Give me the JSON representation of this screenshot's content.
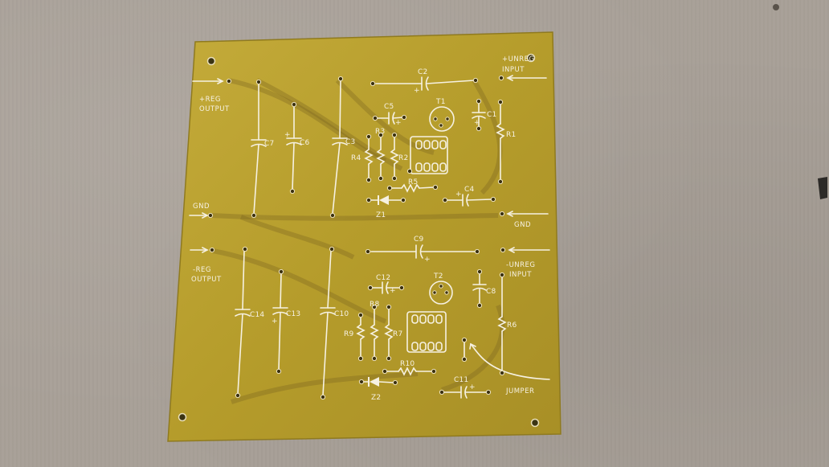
{
  "board": {
    "upper": {
      "connectors": [
        "+REG",
        "OUTPUT",
        "GND",
        "+UNREG",
        "INPUT",
        "GND"
      ],
      "components": [
        "C2",
        "C5",
        "T1",
        "C1",
        "R1",
        "C7",
        "C6",
        "C3",
        "R3",
        "R4",
        "R2",
        "R5",
        "C4",
        "Z1"
      ]
    },
    "lower": {
      "connectors": [
        "-REG",
        "OUTPUT",
        "-UNREG",
        "INPUT",
        "JUMPER"
      ],
      "components": [
        "C9",
        "C12",
        "T2",
        "C8",
        "R8",
        "C14",
        "C13",
        "C10",
        "R9",
        "R7",
        "R6",
        "R10",
        "C11",
        "Z2"
      ]
    }
  },
  "colors": {
    "board": "#b7a02e",
    "silkscreen": "#f6f1e2",
    "background": "#a8a097"
  }
}
